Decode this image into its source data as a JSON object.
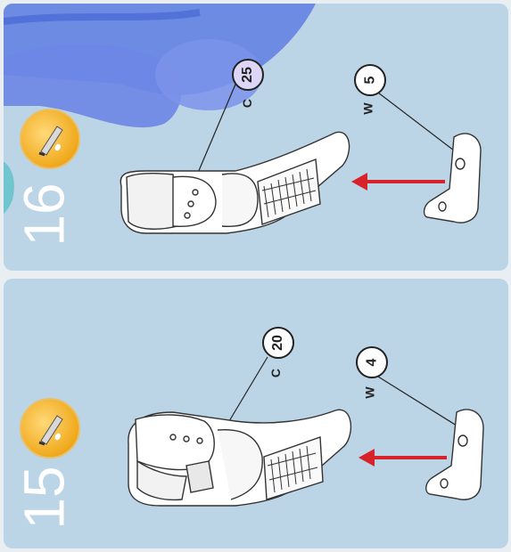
{
  "steps": [
    {
      "number": "16",
      "glue_icon": "glue-drop-icon",
      "callouts": [
        {
          "letter": "C",
          "number": "25"
        },
        {
          "letter": "W",
          "number": "5"
        }
      ]
    },
    {
      "number": "15",
      "glue_icon": "glue-drop-icon",
      "callouts": [
        {
          "letter": "C",
          "number": "20"
        },
        {
          "letter": "W",
          "number": "4"
        }
      ]
    }
  ],
  "colors": {
    "panel": "#bcd5e6",
    "arrow": "#d8222a",
    "glue_badge": "#f0a91c",
    "highlight_callout": "#ddd6f7"
  }
}
